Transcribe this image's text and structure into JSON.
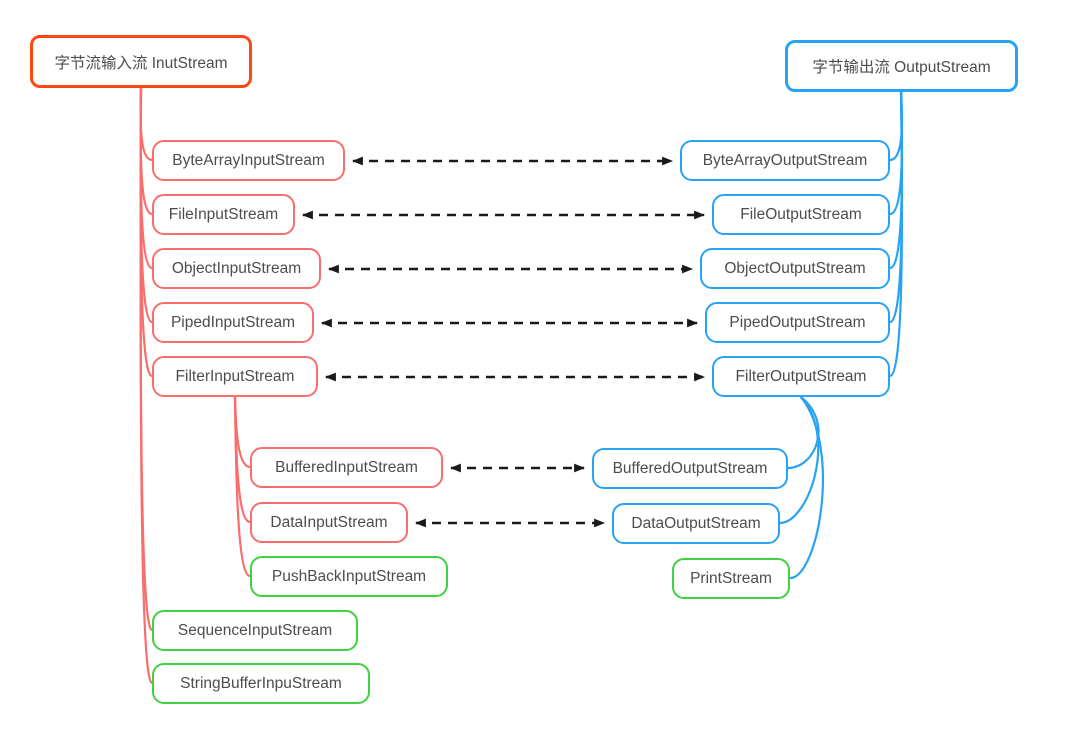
{
  "diagram": {
    "colors": {
      "root_left_border": "#ff4614",
      "branch_red": "#f96d6d",
      "branch_blue": "#28a3f4",
      "branch_green": "#3fd13f",
      "arrow": "#1a1a1a",
      "text": "#4d4d4d"
    },
    "left_tree": {
      "root": {
        "label": "字节流输入流 InutStream"
      },
      "children": [
        {
          "label": "ByteArrayInputStream",
          "color": "red"
        },
        {
          "label": "FileInputStream",
          "color": "red"
        },
        {
          "label": "ObjectInputStream",
          "color": "red"
        },
        {
          "label": "PipedInputStream",
          "color": "red"
        },
        {
          "label": "FilterInputStream",
          "color": "red"
        },
        {
          "label": "SequenceInputStream",
          "color": "green"
        },
        {
          "label": "StringBufferInpuStream",
          "color": "green"
        }
      ],
      "filter_input_children": [
        {
          "label": "BufferedInputStream",
          "color": "red"
        },
        {
          "label": "DataInputStream",
          "color": "red"
        },
        {
          "label": "PushBackInputStream",
          "color": "green"
        }
      ]
    },
    "right_tree": {
      "root": {
        "label": "字节输出流 OutputStream"
      },
      "children": [
        {
          "label": "ByteArrayOutputStream",
          "color": "blue"
        },
        {
          "label": "FileOutputStream",
          "color": "blue"
        },
        {
          "label": "ObjectOutputStream",
          "color": "blue"
        },
        {
          "label": "PipedOutputStream",
          "color": "blue"
        },
        {
          "label": "FilterOutputStream",
          "color": "blue"
        }
      ],
      "filter_output_children": [
        {
          "label": "BufferedOutputStream",
          "color": "blue"
        },
        {
          "label": "DataOutputStream",
          "color": "blue"
        },
        {
          "label": "PrintStream",
          "color": "green"
        }
      ]
    },
    "links": [
      {
        "from": "ByteArrayInputStream",
        "to": "ByteArrayOutputStream"
      },
      {
        "from": "FileInputStream",
        "to": "FileOutputStream"
      },
      {
        "from": "ObjectInputStream",
        "to": "ObjectOutputStream"
      },
      {
        "from": "PipedInputStream",
        "to": "PipedOutputStream"
      },
      {
        "from": "FilterInputStream",
        "to": "FilterOutputStream"
      },
      {
        "from": "BufferedInputStream",
        "to": "BufferedOutputStream"
      },
      {
        "from": "DataInputStream",
        "to": "DataOutputStream"
      }
    ]
  }
}
